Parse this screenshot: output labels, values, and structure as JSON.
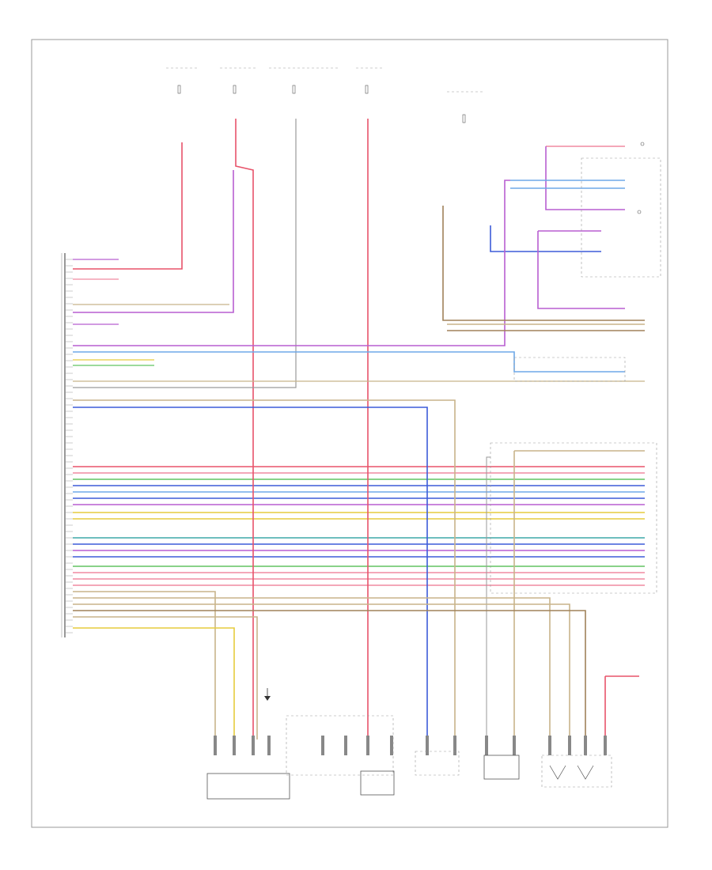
{
  "diagram": {
    "page_number": "",
    "module_label": "",
    "bottom_components": [
      {
        "id": "trailer",
        "label": ""
      },
      {
        "id": "brake",
        "label": ""
      },
      {
        "id": "suppressor",
        "label": ""
      },
      {
        "id": "horn",
        "label": ""
      },
      {
        "id": "reverse",
        "label": ""
      },
      {
        "id": "trailer-light",
        "label": ""
      }
    ]
  },
  "colors": {
    "red": "#e8536a",
    "pink": "#f08aa0",
    "violet": "#b85fd1",
    "blue": "#3d5bd9",
    "lightblue": "#6ea8e8",
    "green": "#62c462",
    "yellow": "#e6cc3d",
    "brown": "#a0825a",
    "gray": "#9a9a9a",
    "black": "#333333",
    "orange": "#e89a3d",
    "teal": "#3da8a8",
    "tan": "#c8b48a"
  }
}
